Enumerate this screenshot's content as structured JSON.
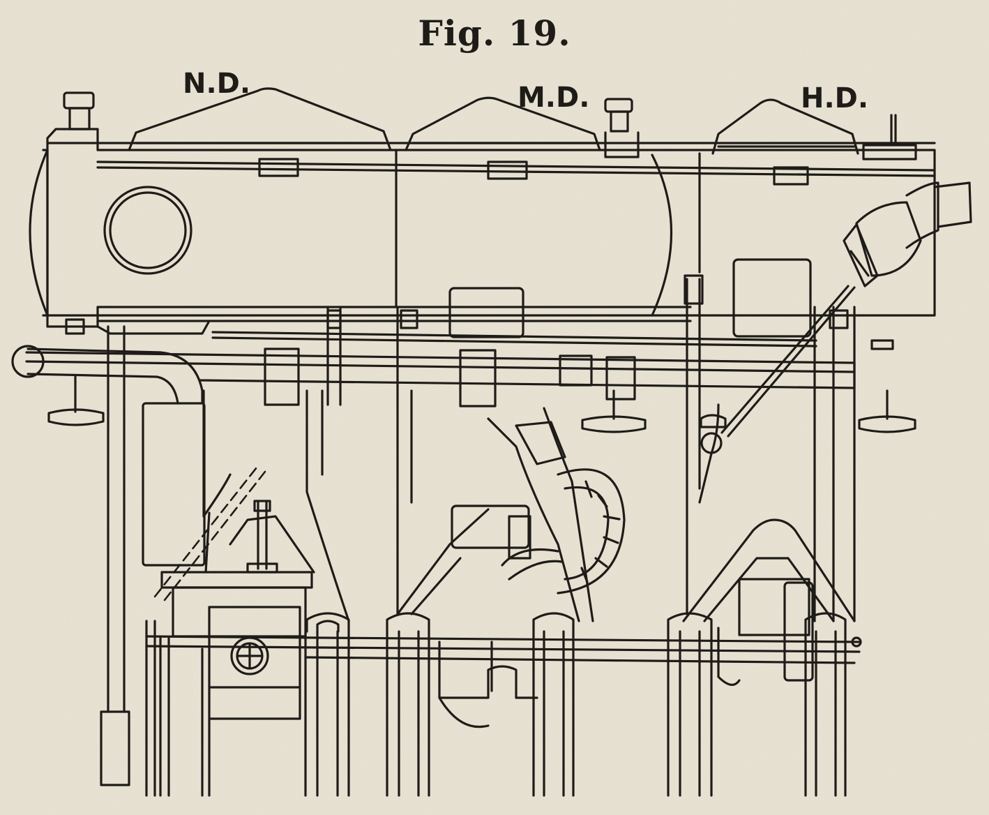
{
  "caption": "Fig. 19.",
  "labels": {
    "low_pressure": "N.D.",
    "medium_pressure": "M.D.",
    "high_pressure": "H.D."
  },
  "colors": {
    "paper": "#e8e2d3",
    "ink": "#1e1c18"
  }
}
